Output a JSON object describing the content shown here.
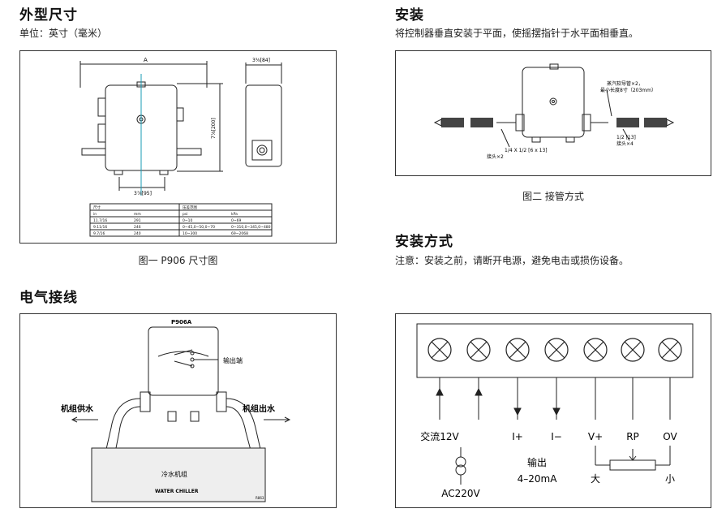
{
  "dimensions": {
    "title": "外型尺寸",
    "unit_note": "单位：英寸（毫米）",
    "caption": "图一 P906 尺寸图",
    "drawing": {
      "label_a": "A",
      "label_width_top": "3⅜[84]",
      "label_height": "7⅞[200]",
      "label_bottom": "3⅞[95]",
      "table": {
        "header_row": [
          "尺寸",
          "",
          "压差范围",
          ""
        ],
        "unit_row": [
          "in",
          "mm",
          "psi",
          "kPa"
        ],
        "rows": [
          [
            "11.7/16",
            "291",
            "0~10",
            "0~69"
          ],
          [
            "9.11/16",
            "246",
            "0~45,0~50,0~70",
            "0~310,0~345,0~480"
          ],
          [
            "9.7/16",
            "240",
            "10~300",
            "69~2068"
          ]
        ]
      }
    }
  },
  "installation": {
    "title": "安装",
    "text": "将控制器垂直安装于平面，使摇摆指针于水平面相垂直。",
    "caption": "图二 接管方式",
    "drawing": {
      "label_hose": "蒸汽软导管×2，",
      "label_hose_len": "最小长度8寸（203mm）",
      "label_fitting_left": "1/4 X 1/2 [6 x 13]",
      "label_fitting_left2": "接头×2",
      "label_fitting_right": "1/2 [13]",
      "label_fitting_right2": "接头×4"
    }
  },
  "install_method": {
    "title": "安装方式",
    "text": "注意：安装之前，请断开电源，避免电击或损伤设备。"
  },
  "wiring": {
    "title": "电气接线",
    "drawing": {
      "model": "P906A",
      "output_label": "输出端",
      "supply_label": "机组供水",
      "outlet_label": "机组出水",
      "chiller_cn": "冷水机组",
      "chiller_en": "WATER CHILLER",
      "ref": "R863"
    }
  },
  "terminals": {
    "labels": [
      "交流12V",
      "I+",
      "I−",
      "V+",
      "RP",
      "OV"
    ],
    "ac_label": "AC220V",
    "output_label": "输出",
    "output_range": "4–20mA",
    "pot_big": "大",
    "pot_small": "小"
  }
}
